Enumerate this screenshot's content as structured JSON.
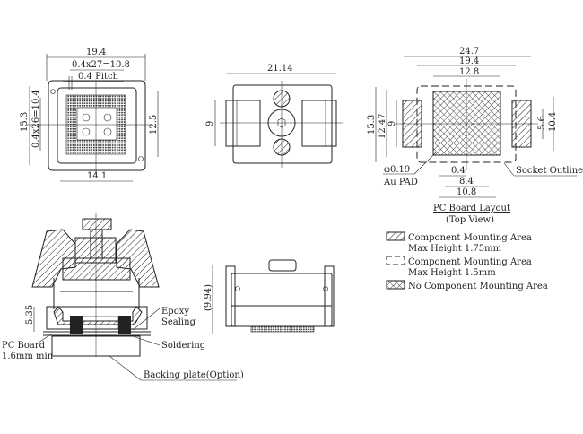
{
  "top_view": {
    "w": "19.4",
    "pins_x": "0.4x27=10.8",
    "pitch": "0.4 Pitch",
    "h": "15.3",
    "pins_y": "0.4x26=10.4",
    "inner_h": "12.5",
    "inner_w": "14.1"
  },
  "side_view": {
    "w": "21.14",
    "h": "9"
  },
  "pcb_layout": {
    "w_outer": "24.7",
    "w_socket": "19.4",
    "w_grid": "12.8",
    "h_outer": "15.3",
    "h_mid": "12.47",
    "h_pad": "9",
    "h_inner": "5.6",
    "h_grid": "10.4",
    "pad_dia": "φ0.19",
    "pad_type": "Au PAD",
    "pitch": "0.4",
    "inner_w": "8.4",
    "grid_w": "10.8",
    "socket_outline": "Socket Outline",
    "title": "PC Board Layout",
    "subtitle": "(Top View)"
  },
  "legend": [
    {
      "line1": "Component Mounting Area",
      "line2": "Max Height 1.75mm"
    },
    {
      "line1": "Component Mounting Area",
      "line2": "Max Height 1.5mm"
    },
    {
      "line1": "No Component Mounting Area"
    }
  ],
  "section_view": {
    "h": "5.35",
    "epoxy1": "Epoxy",
    "epoxy2": "Sealing",
    "soldering": "Soldering",
    "pcb1": "PC Board",
    "pcb2": "1.6mm min",
    "backing": "Backing plate(Option)"
  },
  "front_view": {
    "h": "(9.94)"
  }
}
